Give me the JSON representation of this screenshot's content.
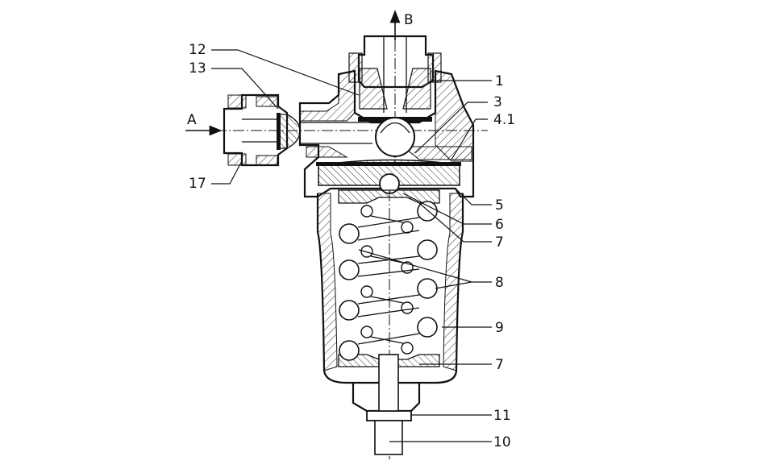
{
  "flow_labels": {
    "inlet": "A",
    "outlet": "B"
  },
  "callouts": {
    "c12": "12",
    "c13": "13",
    "c17": "17",
    "c1": "1",
    "c3": "3",
    "c4_1": "4.1",
    "c5": "5",
    "c6": "6",
    "c7_top": "7",
    "c8": "8",
    "c9": "9",
    "c7_bottom": "7",
    "c11": "11",
    "c10": "10"
  },
  "colors": {
    "line": "#111111",
    "hatch": "#333333",
    "background": "#ffffff"
  }
}
